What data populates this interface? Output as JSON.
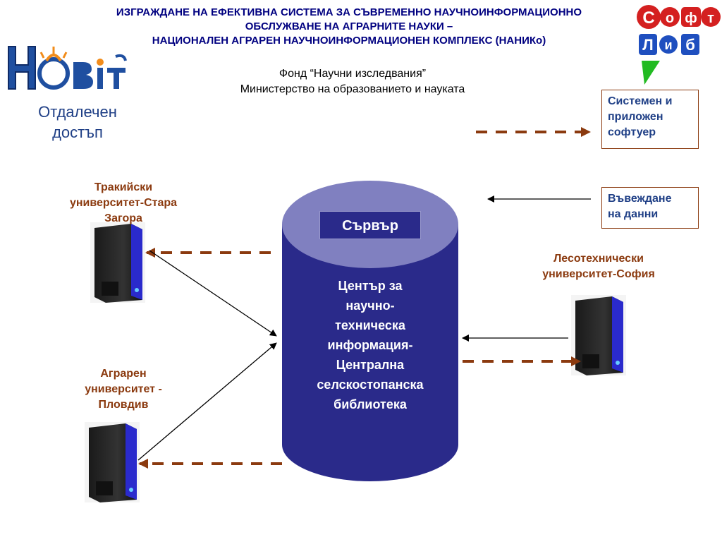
{
  "header": {
    "title_lines": [
      "ИЗГРАЖДАНЕ НА ЕФЕКТИВНА СИСТЕМА ЗА СЪВРЕМЕННО НАУЧНОИНФОРМАЦИОННО",
      "ОБСЛУЖВАНЕ НА АГРАРНИТЕ НАУКИ –",
      "НАЦИОНАЛЕН АГРАРЕН НАУЧНОИНФОРМАЦИОНЕН КОМПЛЕКС (НАНИКо)"
    ],
    "subtitle_lines": [
      "Фонд “Научни изследвания”",
      "Министерство на образованието и науката"
    ]
  },
  "logos": {
    "left": {
      "text": "Новит"
    },
    "right": {
      "text": "Софт Либ"
    }
  },
  "remote_access": [
    "Отдалечен",
    "достъп"
  ],
  "server": {
    "label": "Сървър",
    "center_lines": [
      "Център за",
      "научно-",
      "техническа",
      "информация-",
      "Централна",
      "селскостопанска",
      "библиотека"
    ]
  },
  "sites": {
    "trakia": [
      "Тракийски",
      "университет-Стара",
      "Загора"
    ],
    "agro": [
      "Аграрен",
      "университет -",
      "Пловдив"
    ],
    "forest": [
      "Лесотехнически",
      "университет-София"
    ]
  },
  "legend": {
    "software": [
      "Системен и",
      "приложен",
      "софтуер"
    ],
    "data_entry": [
      "Въвеждане",
      "на данни"
    ]
  },
  "colors": {
    "title": "#000080",
    "site_label": "#8b3a0f",
    "dashed_arrow": "#8b3a0f",
    "cylinder_body": "#2a2a8a",
    "cylinder_top": "#8080c0",
    "legend_text": "#1f3f86"
  }
}
